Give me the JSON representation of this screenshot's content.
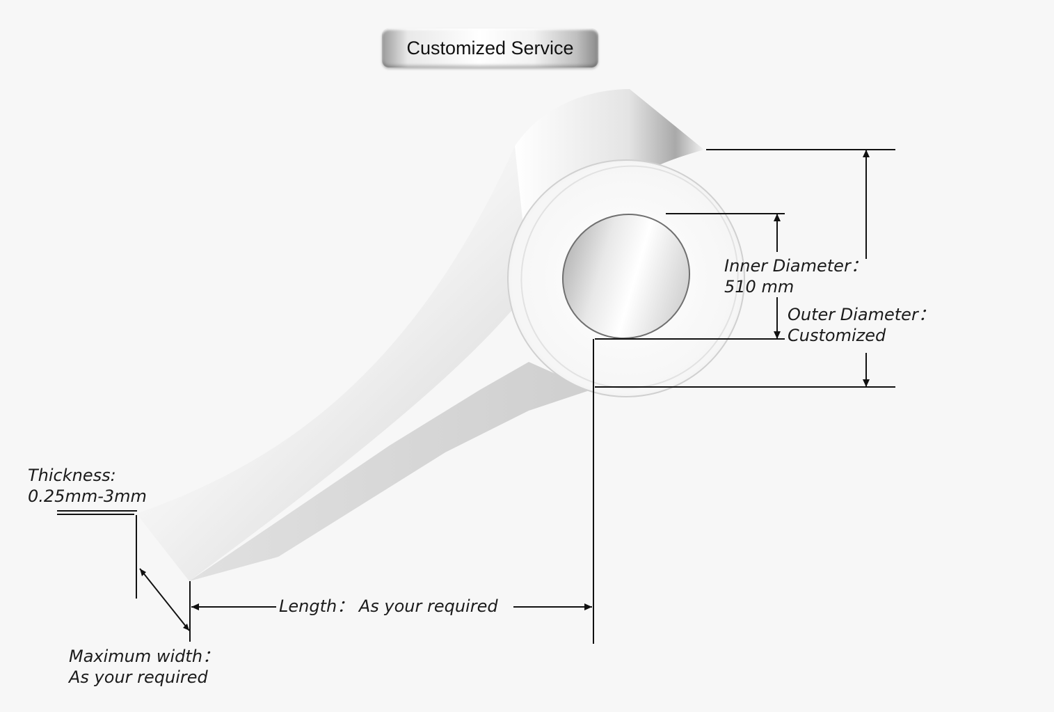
{
  "badge": {
    "text": "Customized Service"
  },
  "labels": {
    "thickness_line1": "Thickness:",
    "thickness_line2": "0.25mm-3mm",
    "inner_line1": "Inner Diameter：",
    "inner_line2": "510 mm",
    "outer_line1": "Outer Diameter：",
    "outer_line2": "Customized",
    "length": "Length：  As your required",
    "width_line1": "Maximum width：",
    "width_line2": "As your required"
  },
  "colors": {
    "background": "#f7f7f7",
    "metal_light": "#ffffff",
    "metal_shadow": "#cfcfcf",
    "dimension_line": "#111111"
  }
}
